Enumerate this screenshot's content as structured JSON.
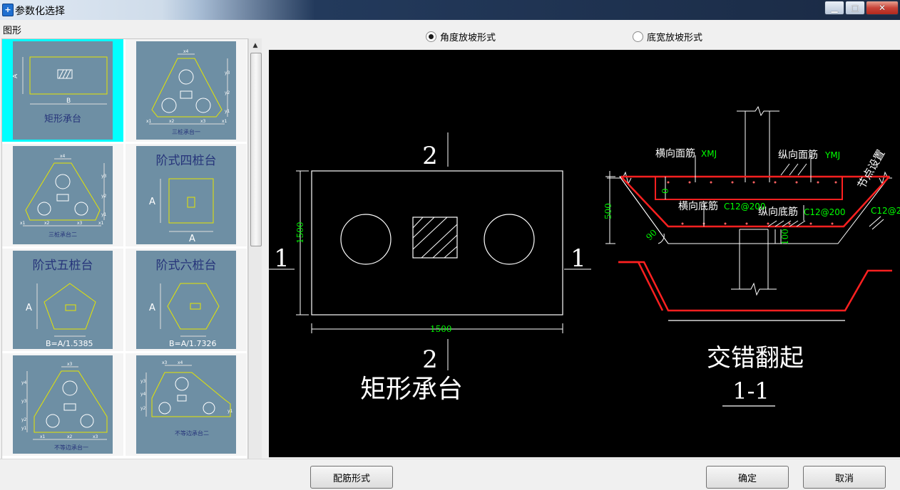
{
  "window": {
    "title": "参数化选择",
    "icon": "app-icon",
    "controls": [
      "minimize-icon",
      "maximize-icon",
      "close-icon"
    ]
  },
  "left_panel": {
    "label": "图形",
    "thumbnails": [
      {
        "name": "矩形承台",
        "selected": true,
        "labels": {
          "a": "A",
          "b": "B"
        }
      },
      {
        "name": "三桩承台一",
        "selected": false,
        "labels": {
          "x": "x4",
          "y1": "y3",
          "y2": "y2",
          "y3": "y1",
          "b1": "x1",
          "b2": "x2",
          "b3": "x3",
          "b4": "x1"
        }
      },
      {
        "name": "三桩承台二",
        "selected": false,
        "labels": {
          "x": "x4",
          "y1": "y3",
          "y2": "y2",
          "y3": "y1",
          "b1": "x1",
          "b2": "x2",
          "b3": "x3",
          "b4": "x1"
        }
      },
      {
        "name": "阶式四桩台",
        "selected": false,
        "labels": {
          "a": "A",
          "b": "A"
        }
      },
      {
        "name": "阶式五桩台",
        "selected": false,
        "labels": {
          "a": "A",
          "formula": "B=A/1.5385"
        }
      },
      {
        "name": "阶式六桩台",
        "selected": false,
        "labels": {
          "a": "A",
          "formula": "B=A/1.7326"
        }
      },
      {
        "name": "不等边承台一",
        "selected": false,
        "labels": {
          "x": "x3",
          "y4": "y4",
          "y3": "y3",
          "y2": "y2",
          "y1": "y1",
          "b1": "x1",
          "b2": "x2",
          "b3": "x3"
        }
      },
      {
        "name": "不等边承台二",
        "selected": false,
        "labels": {
          "x1": "x3",
          "x2": "x4",
          "y": "y3",
          "y2": "y4",
          "y1": "y2",
          "r": "y1"
        }
      }
    ]
  },
  "options": {
    "radio_angle": {
      "label": "角度放坡形式",
      "checked": true
    },
    "radio_width": {
      "label": "底宽放坡形式",
      "checked": false
    }
  },
  "preview": {
    "plan": {
      "section_top": "2",
      "section_bottom": "2",
      "section_left": "1",
      "section_right": "1",
      "dim_height": "1500",
      "dim_width": "1500",
      "title": "矩形承台"
    },
    "section": {
      "label_top_face": "横向面筋",
      "val_top_face": "XMJ",
      "label_long_face": "纵向面筋",
      "val_long_face": "YMJ",
      "label_node": "节点设置",
      "label_bottom_trans": "横向底筋",
      "val_bottom_trans": "C12@200",
      "label_bottom_long": "纵向底筋",
      "val_bottom_long": "C12@200",
      "val_side": "C12@2",
      "dim_zero": "0",
      "dim_500": "500",
      "dim_90": "90",
      "dim_100": "100",
      "title": "交错翻起",
      "subtitle": "1-1"
    }
  },
  "buttons": {
    "rebar": "配筋形式",
    "ok": "确定",
    "cancel": "取消"
  },
  "colors": {
    "thumb_bg": "#6e8fa4",
    "selected_bg": "#00ffff",
    "canvas_bg": "#000000",
    "red_line": "#ff2020",
    "green_text": "#00ff00",
    "yellow_line": "#e6e600"
  }
}
